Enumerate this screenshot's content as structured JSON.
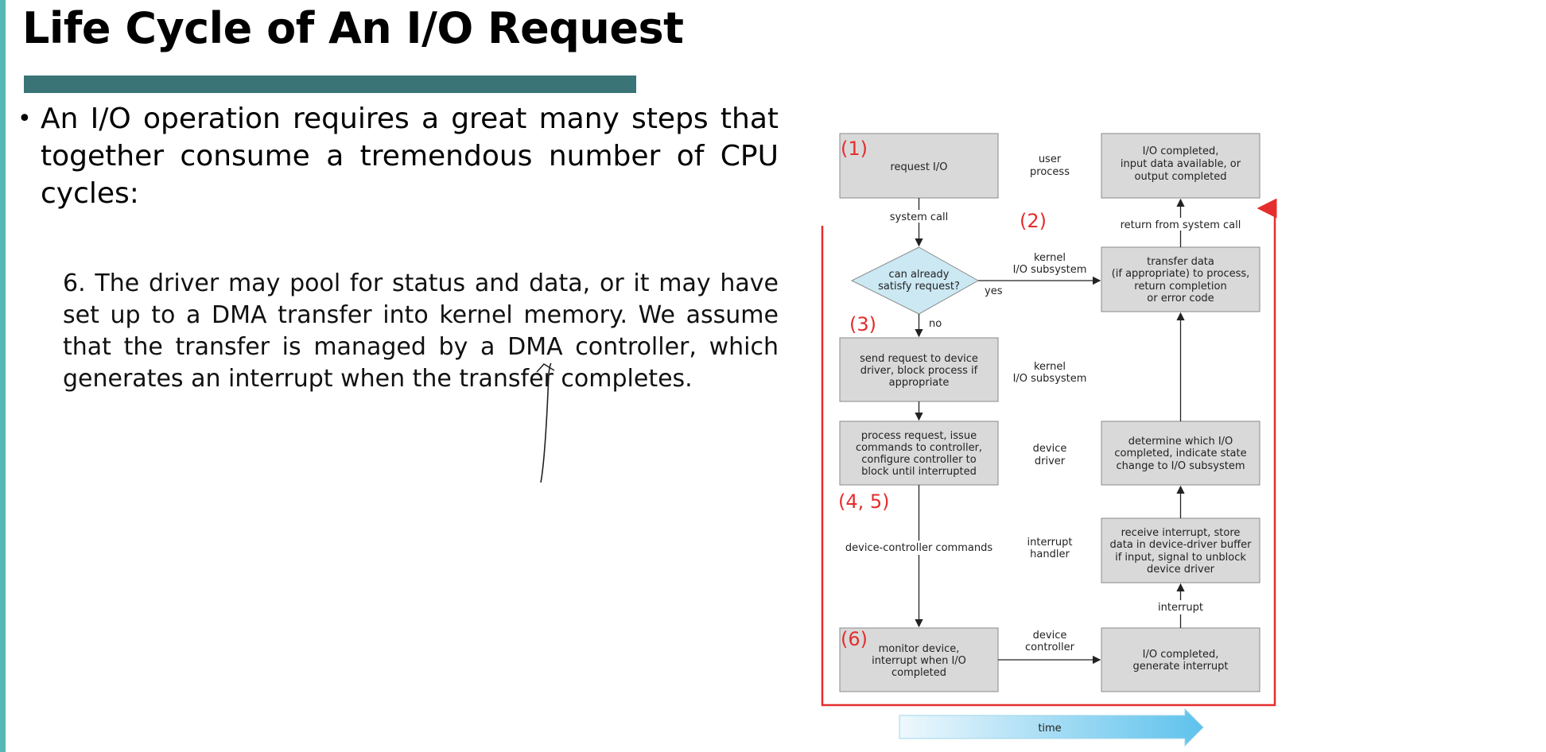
{
  "slide": {
    "title": "Life Cycle of An I/O Request",
    "bullet": "An I/O operation requires a great many steps that together consume a tremendous number of CPU cycles:",
    "step_note": "6. The driver may pool for status and data, or it may have set up to a DMA transfer into kernel memory. We assume that the transfer is managed by a DMA controller, which generates an interrupt when the transfer completes."
  },
  "diagram": {
    "boxes": {
      "request_io": [
        "request I/O"
      ],
      "io_completed_top": [
        "I/O completed,",
        "input data available, or",
        "output completed"
      ],
      "decision": [
        "can already",
        "satisfy request?"
      ],
      "transfer_data": [
        "transfer data",
        "(if appropriate) to process,",
        "return completion",
        "or error code"
      ],
      "send_request": [
        "send request to device",
        "driver, block process if",
        "appropriate"
      ],
      "process_request": [
        "process request, issue",
        "commands to controller,",
        "configure controller to",
        "block until interrupted"
      ],
      "determine_io": [
        "determine which I/O",
        "completed, indicate state",
        "change to I/O subsystem"
      ],
      "receive_interrupt": [
        "receive interrupt, store",
        "data in device-driver buffer",
        "if input, signal to unblock",
        "device driver"
      ],
      "monitor_device": [
        "monitor device,",
        "interrupt when I/O",
        "completed"
      ],
      "io_completed_bottom": [
        "I/O completed,",
        "generate interrupt"
      ]
    },
    "layer_labels": {
      "user_process": [
        "user",
        "process"
      ],
      "kernel_io_top": [
        "kernel",
        "I/O subsystem"
      ],
      "kernel_io_mid": [
        "kernel",
        "I/O subsystem"
      ],
      "device_driver": [
        "device",
        "driver"
      ],
      "interrupt_handler": [
        "interrupt",
        "handler"
      ],
      "device_controller": [
        "device",
        "controller"
      ]
    },
    "edge_labels": {
      "system_call": "system call",
      "return_from_system_call": "return from system call",
      "yes": "yes",
      "no": "no",
      "device_controller_commands": "device-controller commands",
      "interrupt": "interrupt"
    },
    "time_label": "time",
    "step_markers": {
      "step1": "(1)",
      "step2": "(2)",
      "step3": "(3)",
      "step45": "(4, 5)",
      "step6": "(6)"
    },
    "colors": {
      "box_fill": "#d9d9d9",
      "box_stroke": "#8a8a8a",
      "decision_fill": "#cbe8f3",
      "annotation_red": "#e52d2d",
      "title_bar": "#3a7477",
      "left_stripe": "#56b7b5"
    }
  }
}
